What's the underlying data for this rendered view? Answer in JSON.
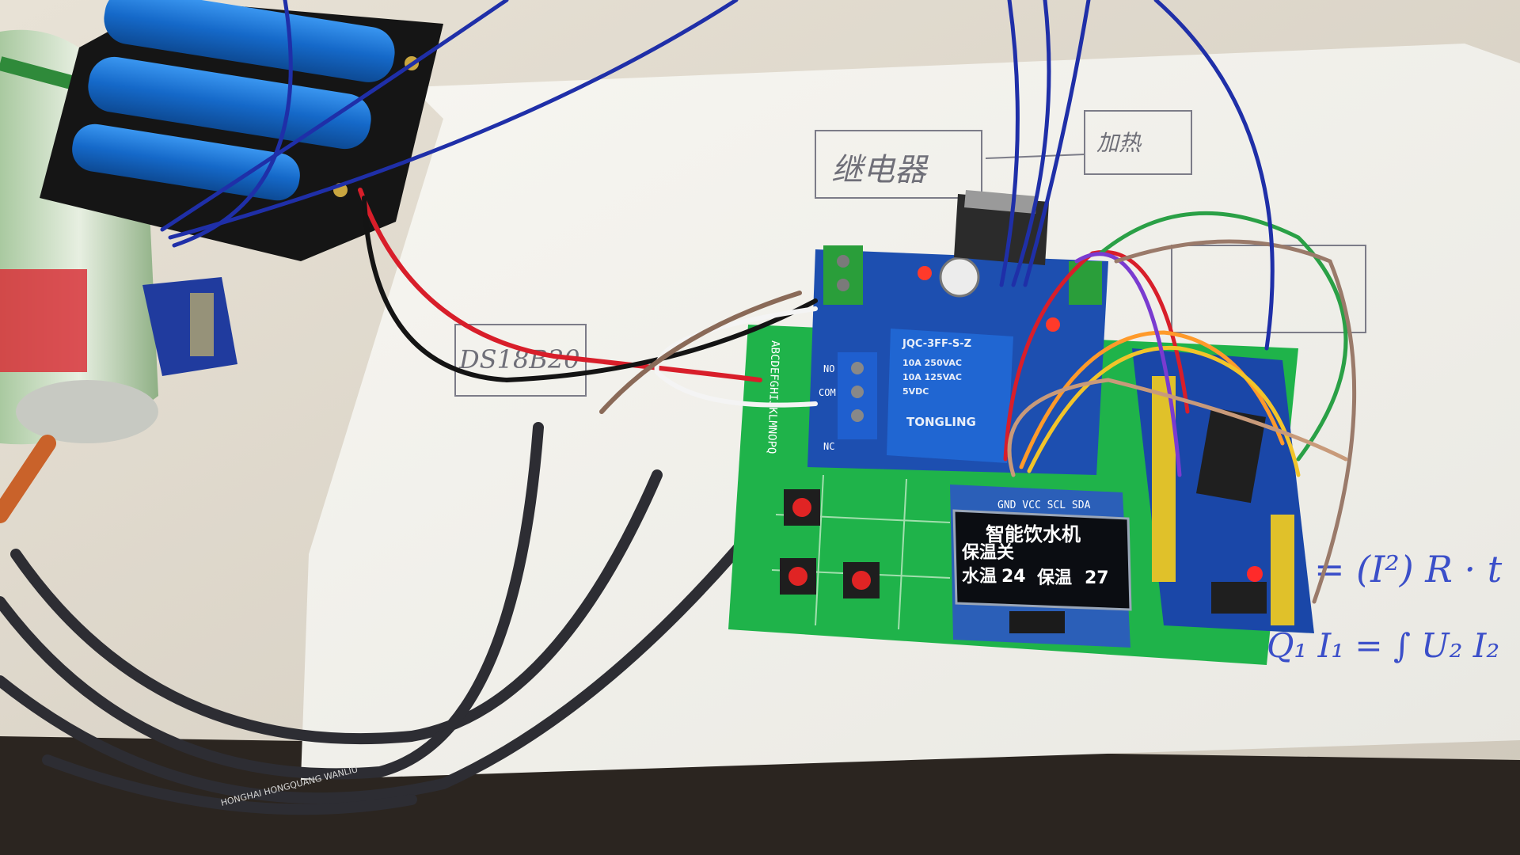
{
  "photo": {
    "oled": {
      "line1": "智能饮水机",
      "line2": "保温关",
      "line3_label_water": "水温",
      "line3_water_value": "24",
      "line3_label_keep": "保温",
      "line3_keep_value": "27"
    },
    "oled_header_pins": "GND VCC SCL SDA",
    "relay_module": {
      "brand": "TONGLING",
      "model": "JQC-3FF-S-Z",
      "rating1": "10A 250VAC",
      "rating2": "10A 125VAC",
      "rating3": "5VDC"
    },
    "relay_terminal_labels": [
      "NO",
      "COM",
      "NC"
    ],
    "board_silkscreen_left": "ABCDEFGHIJKLMNOPQ",
    "paper_notes": {
      "relay_box": "继电器",
      "heater_box": "加热",
      "sensor_box": "DS18B20",
      "formula1": "= (I²) R · t",
      "formula2": "Q₁ I₁ = ∫ U₂ I₂"
    },
    "cable_print": "HONGHAI HONGQUANG WANLIU",
    "colors": {
      "pcb_green": "#1fb34a",
      "oled_blue": "#2b5fb8",
      "battery_blue": "#1673d6",
      "wire_blue": "#1f2fa8",
      "wire_red": "#d81e2a",
      "paper": "#f2f1ec"
    }
  }
}
